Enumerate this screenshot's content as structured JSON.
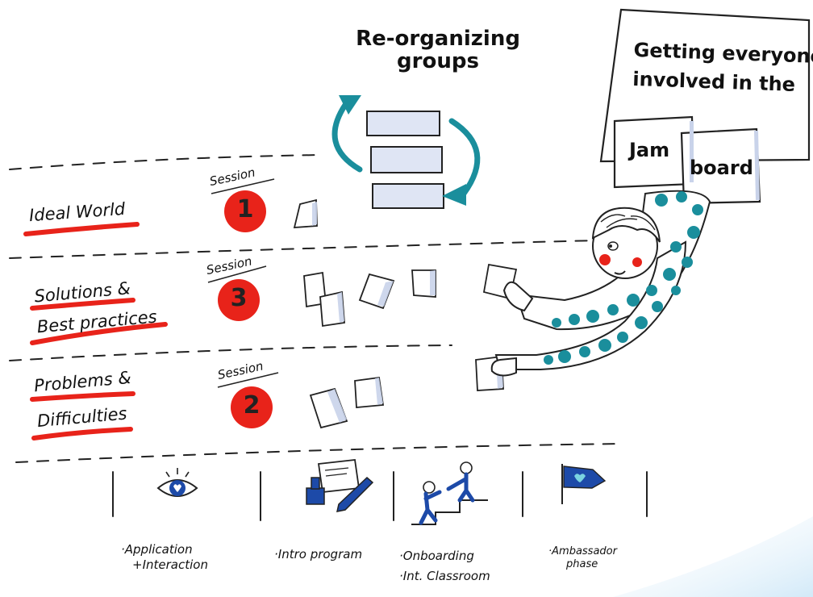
{
  "title": "Re-organizing groups",
  "title_line1": "Re-organizing",
  "title_line2": "groups",
  "card": {
    "line1": "Getting everyone",
    "line2": "involved in the",
    "note1": "Jam",
    "note2": "board"
  },
  "rows": [
    {
      "label_lines": [
        "Ideal World"
      ],
      "session_label": "Session",
      "session_number": "1"
    },
    {
      "label_lines": [
        "Solutions &",
        "Best practices"
      ],
      "session_label": "Session",
      "session_number": "3"
    },
    {
      "label_lines": [
        "Problems &",
        "Difficulties"
      ],
      "session_label": "Session",
      "session_number": "2"
    }
  ],
  "phases": [
    {
      "icon": "eye-heart-icon",
      "lines": [
        "·Application",
        "+Interaction"
      ]
    },
    {
      "icon": "stamp-pen-document-icon",
      "lines": [
        "·Intro program"
      ]
    },
    {
      "icon": "climbing-people-icon",
      "lines": [
        "·Onboarding",
        "·Int. Classroom"
      ]
    },
    {
      "icon": "heart-flag-icon",
      "lines": [
        "·Ambassador",
        "phase"
      ]
    }
  ],
  "colors": {
    "accent_red": "#e8231a",
    "teal": "#1a8e9c",
    "blue": "#1d4aa8",
    "paper_shadow": "#c9d3ea"
  }
}
